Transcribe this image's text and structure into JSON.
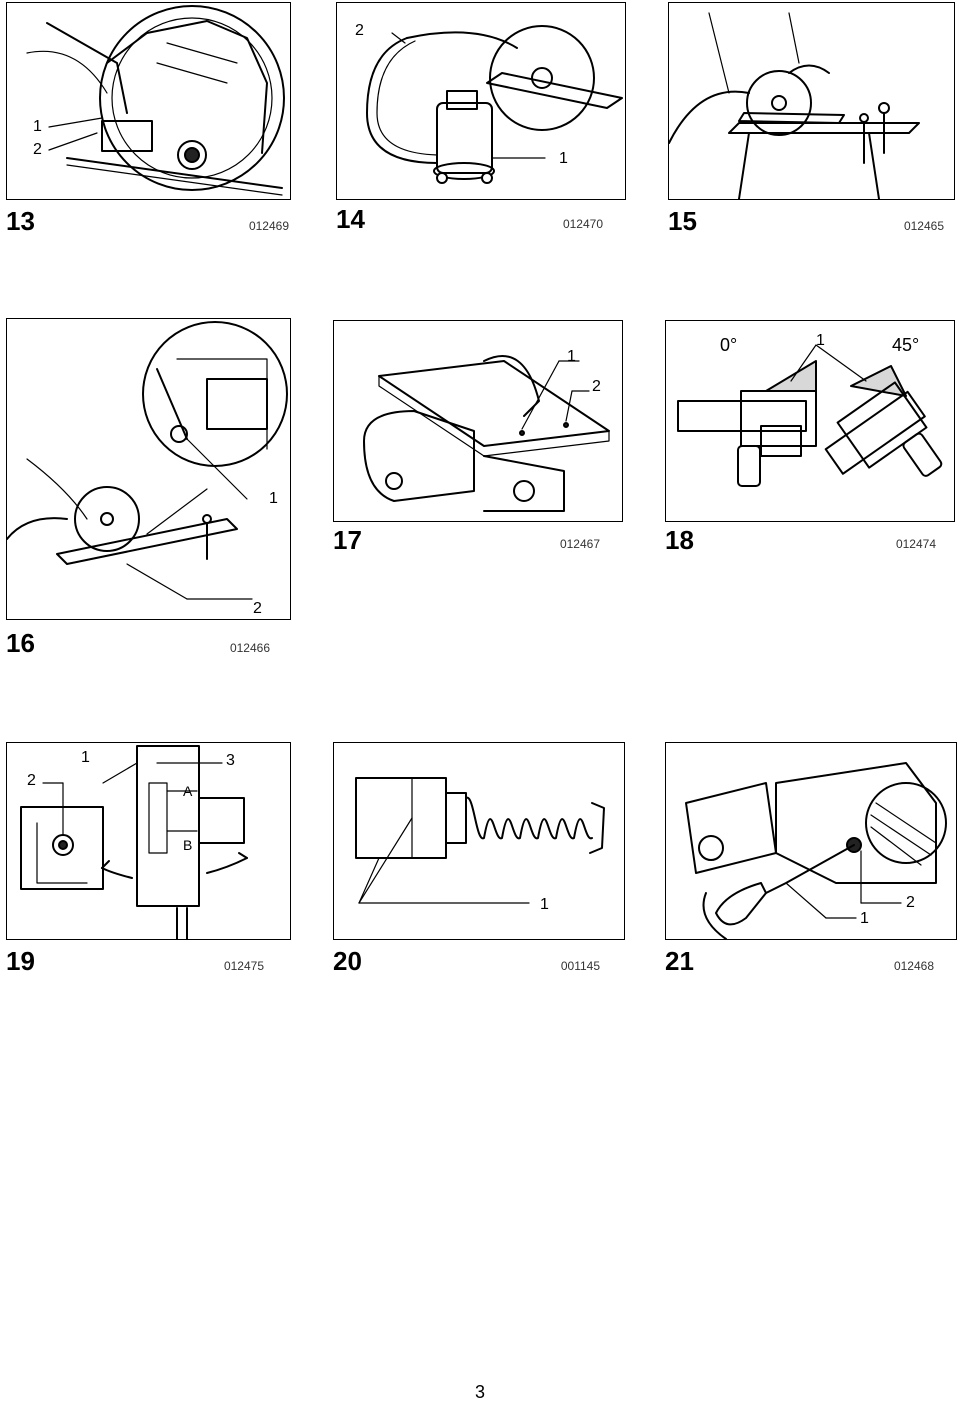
{
  "figures": [
    {
      "number": "13",
      "code": "012469",
      "callouts": [
        "1",
        "2"
      ]
    },
    {
      "number": "14",
      "code": "012470",
      "callouts": [
        "2",
        "1"
      ]
    },
    {
      "number": "15",
      "code": "012465",
      "callouts": []
    },
    {
      "number": "16",
      "code": "012466",
      "callouts": [
        "1",
        "2"
      ]
    },
    {
      "number": "17",
      "code": "012467",
      "callouts": [
        "1",
        "2"
      ]
    },
    {
      "number": "18",
      "code": "012474",
      "callouts": [
        "0°",
        "1",
        "45°"
      ]
    },
    {
      "number": "19",
      "code": "012475",
      "callouts": [
        "2",
        "1",
        "3",
        "A",
        "B"
      ]
    },
    {
      "number": "20",
      "code": "001145",
      "callouts": [
        "1"
      ]
    },
    {
      "number": "21",
      "code": "012468",
      "callouts": [
        "1",
        "2"
      ]
    }
  ],
  "page_number": "3"
}
